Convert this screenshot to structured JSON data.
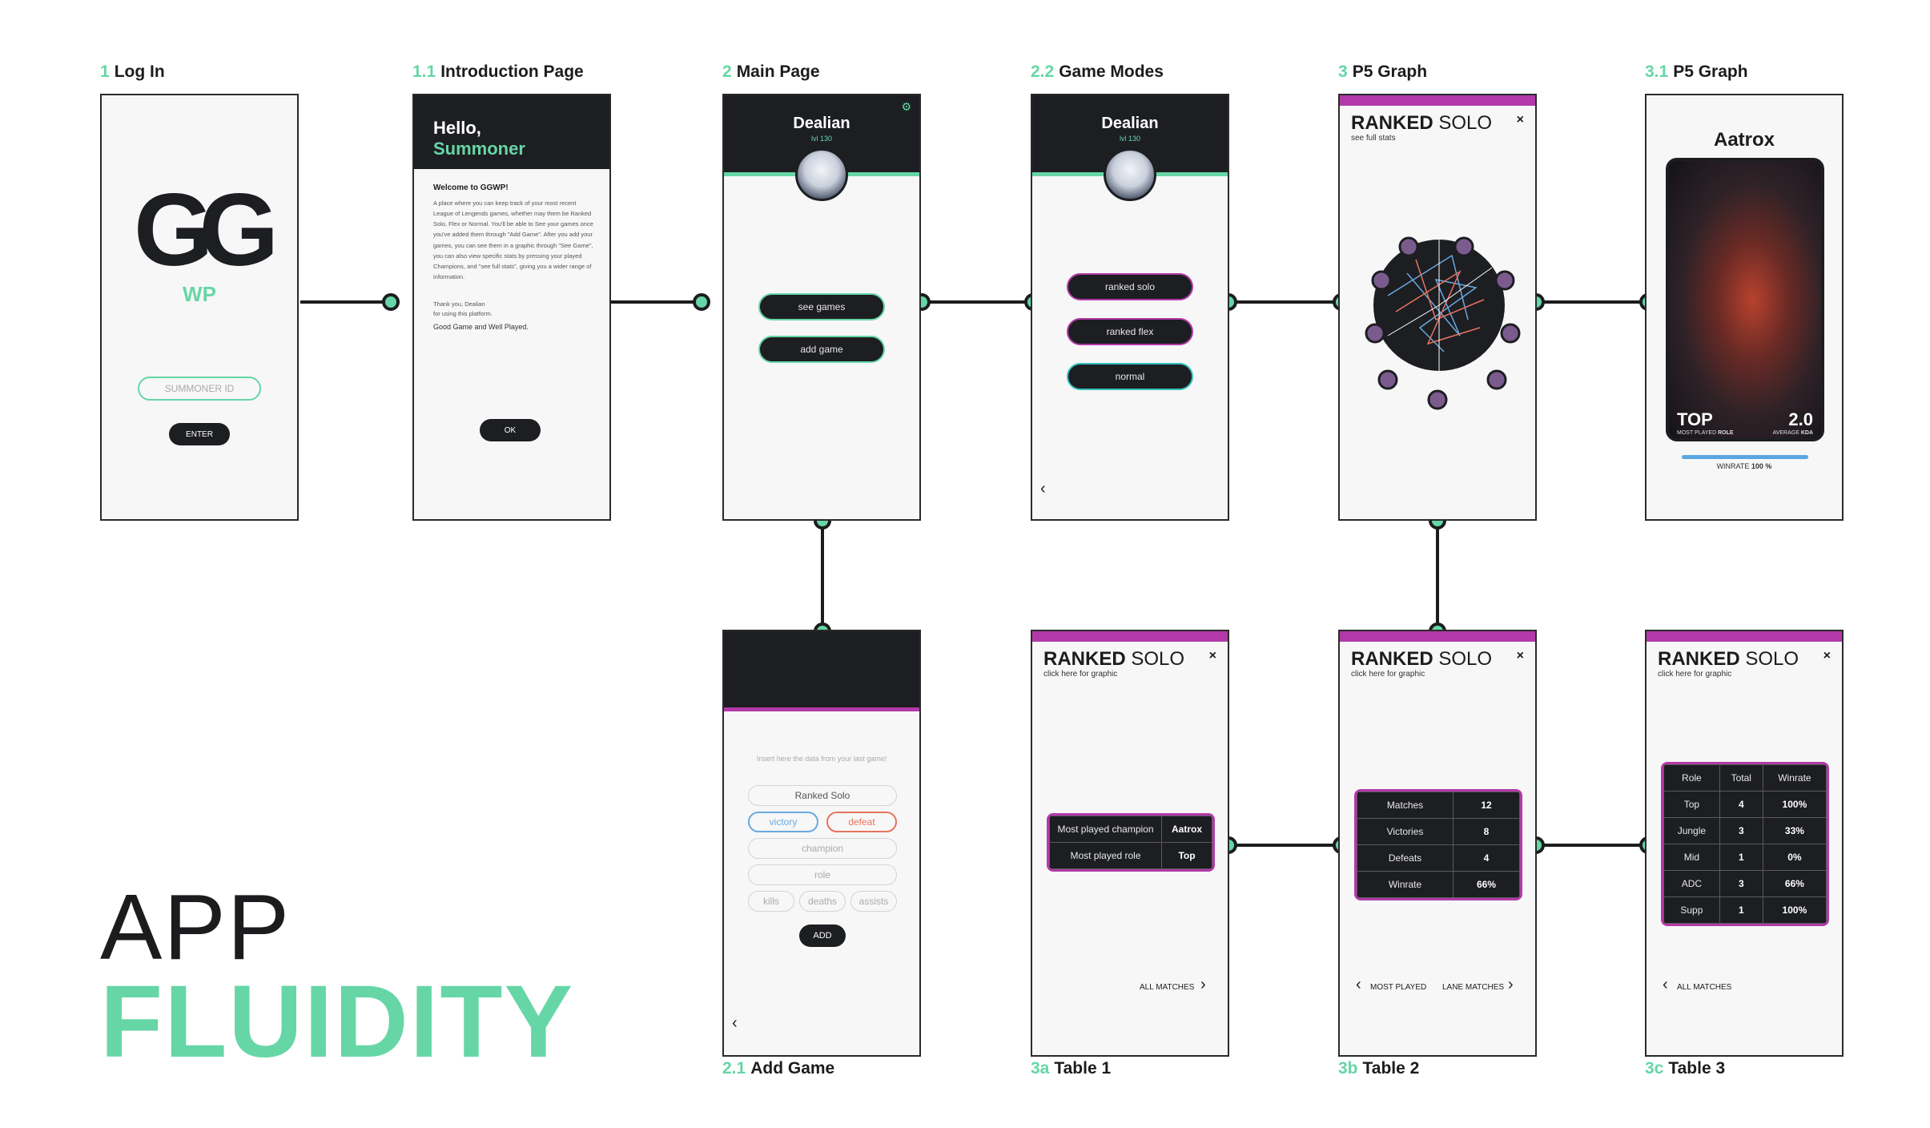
{
  "title": {
    "line1": "APP",
    "line2": "FLUIDITY"
  },
  "colors": {
    "accent": "#66d6a6",
    "magenta": "#b23aa8",
    "dark": "#1d1e22",
    "teal": "#36c2c0",
    "coral": "#e8735f",
    "blue": "#6aa9e0"
  },
  "screens": {
    "login": {
      "num": "1",
      "label": "Log In",
      "logo_letters": "GG",
      "logo_sub": "WP",
      "summoner_placeholder": "SUMMONER ID",
      "enter": "ENTER"
    },
    "intro": {
      "num": "1.1",
      "label": "Introduction Page",
      "hello": "Hello,",
      "summoner": "Summoner",
      "welcome": "Welcome to GGWP!",
      "body": "A place where you can keep track of your most recent League of Lengends games, whether may them be Ranked Solo, Flex or Normal. You'll be able to See your games once you've added them through \"Add Game\". After you add your games, you can see them in a graphic through \"See Game\", you can also view specific stats by pressing your played Champions, and \"see full stats\", giving you a wider range of information.",
      "thanks": "Thank you, Dealian",
      "thanks2": "for using this platform.",
      "gg": "Good Game and Well Played.",
      "ok": "OK"
    },
    "main": {
      "num": "2",
      "label": "Main Page",
      "user": "Dealian",
      "level": "lvl 130",
      "see_games": "see games",
      "add_game": "add game"
    },
    "modes": {
      "num": "2.2",
      "label": "Game Modes",
      "user": "Dealian",
      "level": "lvl 130",
      "ranked_solo": "ranked solo",
      "ranked_flex": "ranked flex",
      "normal": "normal",
      "back": "‹"
    },
    "graph": {
      "num": "3",
      "label": "P5 Graph",
      "title_bold": "RANKED",
      "title_rest": "SOLO",
      "sub": "see full stats",
      "close": "×"
    },
    "champ": {
      "num": "3.1",
      "label": "P5 Graph",
      "champion": "Aatrox",
      "role": "TOP",
      "role_caption_a": "MOST PLAYED ",
      "role_caption_b": "ROLE",
      "kda": "2.0",
      "kda_caption_a": "AVERAGE ",
      "kda_caption_b": "KDA",
      "winrate_a": "WINRATE ",
      "winrate_b": "100 %",
      "winrate_value": 100
    },
    "addgame": {
      "num": "2.1",
      "label": "Add Game",
      "hint": "Insert here the data from your last game!",
      "mode": "Ranked Solo",
      "victory": "victory",
      "defeat": "defeat",
      "champion": "champion",
      "role": "role",
      "kills": "kills",
      "deaths": "deaths",
      "assists": "assists",
      "add": "ADD",
      "back": "‹"
    },
    "table1": {
      "num": "3a",
      "label": "Table 1",
      "title_bold": "RANKED",
      "title_rest": "SOLO",
      "sub": "click here for graphic",
      "close": "×",
      "rows": [
        {
          "k": "Most played champion",
          "v": "Aatrox"
        },
        {
          "k": "Most played role",
          "v": "Top"
        }
      ],
      "nav_right": "ALL MATCHES"
    },
    "table2": {
      "num": "3b",
      "label": "Table 2",
      "title_bold": "RANKED",
      "title_rest": "SOLO",
      "sub": "click here for graphic",
      "close": "×",
      "rows": [
        {
          "k": "Matches",
          "v": "12"
        },
        {
          "k": "Victories",
          "v": "8"
        },
        {
          "k": "Defeats",
          "v": "4"
        },
        {
          "k": "Winrate",
          "v": "66%"
        }
      ],
      "nav_left": "MOST PLAYED",
      "nav_right": "LANE MATCHES"
    },
    "table3": {
      "num": "3c",
      "label": "Table 3",
      "title_bold": "RANKED",
      "title_rest": "SOLO",
      "sub": "click here for graphic",
      "close": "×",
      "header": [
        "Role",
        "Total",
        "Winrate"
      ],
      "rows": [
        [
          "Top",
          "4",
          "100%"
        ],
        [
          "Jungle",
          "3",
          "33%"
        ],
        [
          "Mid",
          "1",
          "0%"
        ],
        [
          "ADC",
          "3",
          "66%"
        ],
        [
          "Supp",
          "1",
          "100%"
        ]
      ],
      "nav_left": "ALL MATCHES"
    }
  }
}
